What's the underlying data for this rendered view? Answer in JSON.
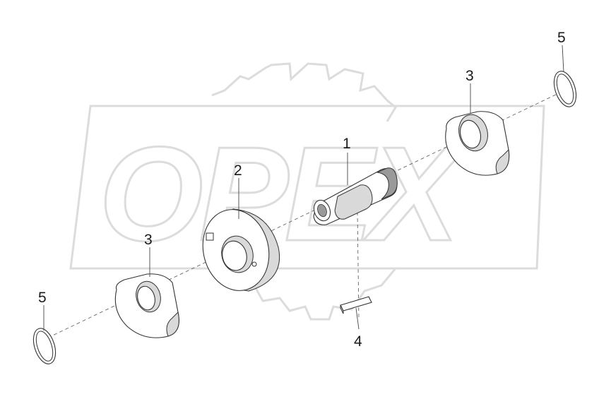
{
  "watermark": {
    "text": "OPEX"
  },
  "callouts": [
    {
      "id": "1",
      "label": "1"
    },
    {
      "id": "2",
      "label": "2"
    },
    {
      "id": "3a",
      "label": "3"
    },
    {
      "id": "3b",
      "label": "3"
    },
    {
      "id": "4",
      "label": "4"
    },
    {
      "id": "5a",
      "label": "5"
    },
    {
      "id": "5b",
      "label": "5"
    }
  ]
}
